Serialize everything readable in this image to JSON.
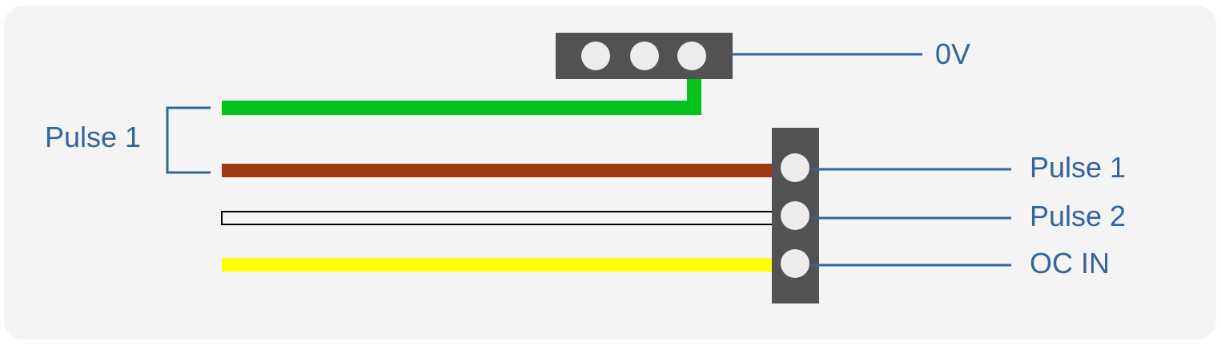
{
  "diagram": {
    "colors": {
      "background": "#f4f4f4",
      "connector": "#525252",
      "pin": "#ececec",
      "label": "#33649a",
      "leader": "#33649a"
    },
    "top_connector": {
      "pins": 3,
      "label": "0V"
    },
    "side_connector": {
      "pins": 3,
      "labels": [
        "Pulse 1",
        "Pulse 2",
        "OC IN"
      ]
    },
    "wires": [
      {
        "name": "green-wire",
        "color": "#02c21b"
      },
      {
        "name": "brown-wire",
        "color": "#9c3a14"
      },
      {
        "name": "white-wire",
        "color": "#f4f4f4",
        "outline": "#000000"
      },
      {
        "name": "yellow-wire",
        "color": "#ffff00"
      }
    ],
    "bracket_label": "Pulse 1"
  }
}
